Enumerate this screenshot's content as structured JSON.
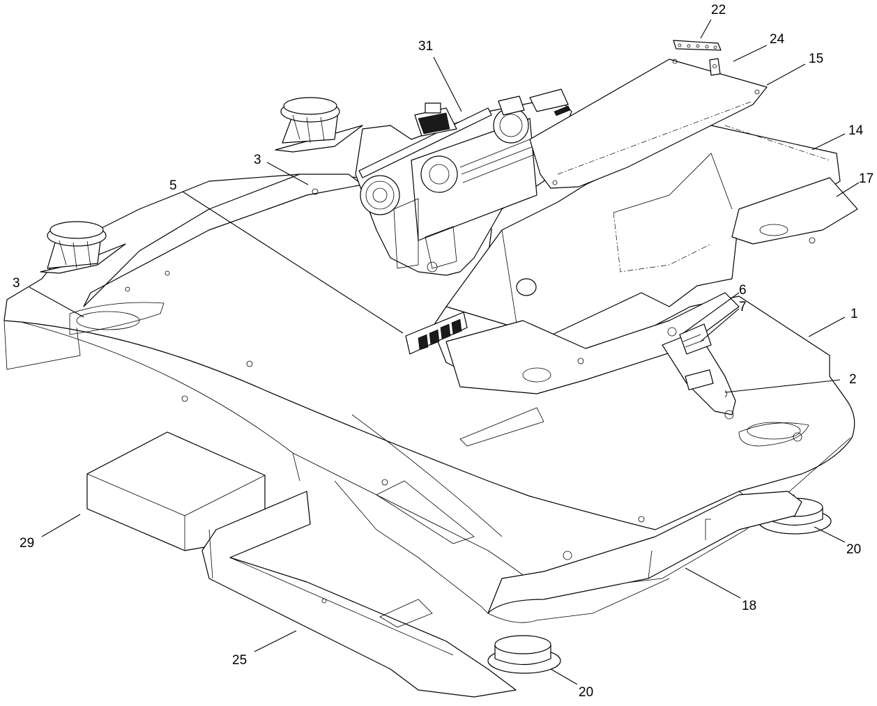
{
  "callouts": [
    {
      "id": "c22",
      "label": "22"
    },
    {
      "id": "c24",
      "label": "24"
    },
    {
      "id": "c15",
      "label": "15"
    },
    {
      "id": "c31",
      "label": "31"
    },
    {
      "id": "c14",
      "label": "14"
    },
    {
      "id": "c17",
      "label": "17"
    },
    {
      "id": "c3a",
      "label": "3"
    },
    {
      "id": "c5",
      "label": "5"
    },
    {
      "id": "c3b",
      "label": "3"
    },
    {
      "id": "c6",
      "label": "6"
    },
    {
      "id": "c7",
      "label": "7"
    },
    {
      "id": "c1",
      "label": "1"
    },
    {
      "id": "c2",
      "label": "2"
    },
    {
      "id": "c29",
      "label": "29"
    },
    {
      "id": "c20a",
      "label": "20"
    },
    {
      "id": "c18",
      "label": "18"
    },
    {
      "id": "c25",
      "label": "25"
    },
    {
      "id": "c20b",
      "label": "20"
    }
  ]
}
